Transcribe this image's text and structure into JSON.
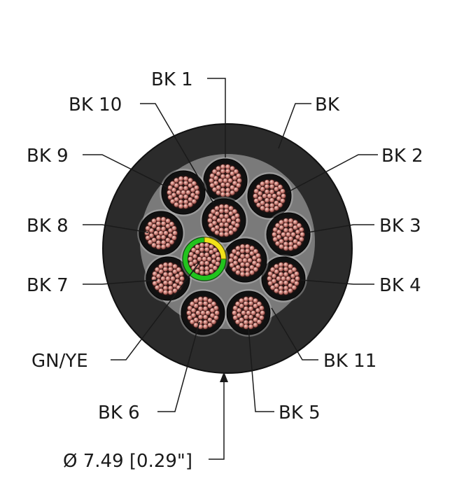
{
  "diagram": {
    "jacket_label": "BK",
    "diameter_label": "Ø 7.49 [0.29\"]",
    "cores": [
      {
        "label": "BK 1"
      },
      {
        "label": "BK 2"
      },
      {
        "label": "BK 3"
      },
      {
        "label": "BK 4"
      },
      {
        "label": "BK 5"
      },
      {
        "label": "BK 6"
      },
      {
        "label": "BK 7"
      },
      {
        "label": "BK 8"
      },
      {
        "label": "BK 9"
      },
      {
        "label": "BK 10"
      },
      {
        "label": "BK 11"
      },
      {
        "label": "GN/YE"
      }
    ]
  },
  "colors": {
    "jacket": "#2b2b2b",
    "filler": "#7a7a7a",
    "core_insulation": "#111111",
    "copper": "#c97a72",
    "ground_green": "#22c41e",
    "ground_yellow": "#f2e21a"
  }
}
